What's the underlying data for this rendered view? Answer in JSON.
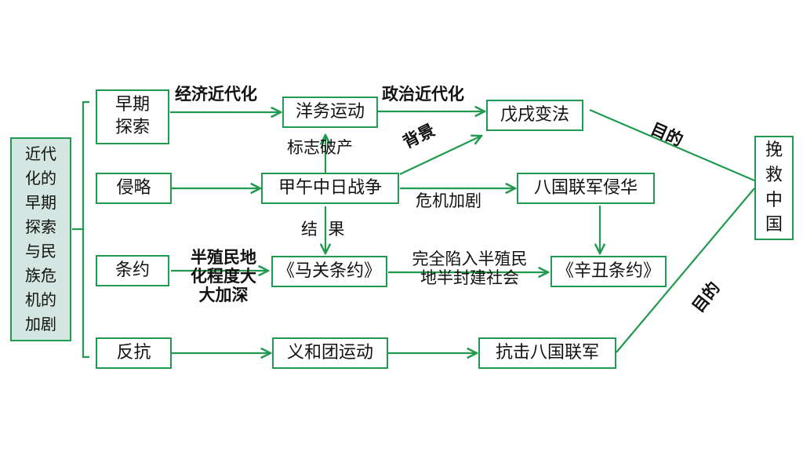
{
  "colors": {
    "line": "#1f9a4e",
    "root_fill": "#d3e6e1"
  },
  "root": {
    "label": "近代\n化的\n早期\n探索\n与民\n族危\n机的\n加剧"
  },
  "categories": [
    {
      "id": "early",
      "label": "早期\n探索"
    },
    {
      "id": "invasion",
      "label": "侵略"
    },
    {
      "id": "treaty",
      "label": "条约"
    },
    {
      "id": "resistance",
      "label": "反抗"
    }
  ],
  "nodes": {
    "westernization": "洋务运动",
    "reform": "戊戌变法",
    "war": "甲午中日战争",
    "eight_nations": "八国联军侵华",
    "shimonoseki": "《马关条约》",
    "xinchou": "《辛丑条约》",
    "boxer": "义和团运动",
    "resist_allies": "抗击八国联军",
    "save_china": "挽\n救\n中\n国"
  },
  "edge_labels": {
    "economic": "经济近代化",
    "political": "政治近代化",
    "bankrupt": "标志破产",
    "background": "背景",
    "crisis": "危机加剧",
    "result": "结  果",
    "deepened": "半殖民地\n化程度大\n大加深",
    "fully": "完全陷入半殖民\n地半封建社会",
    "purpose_top": "目的",
    "purpose_bottom": "目的"
  }
}
